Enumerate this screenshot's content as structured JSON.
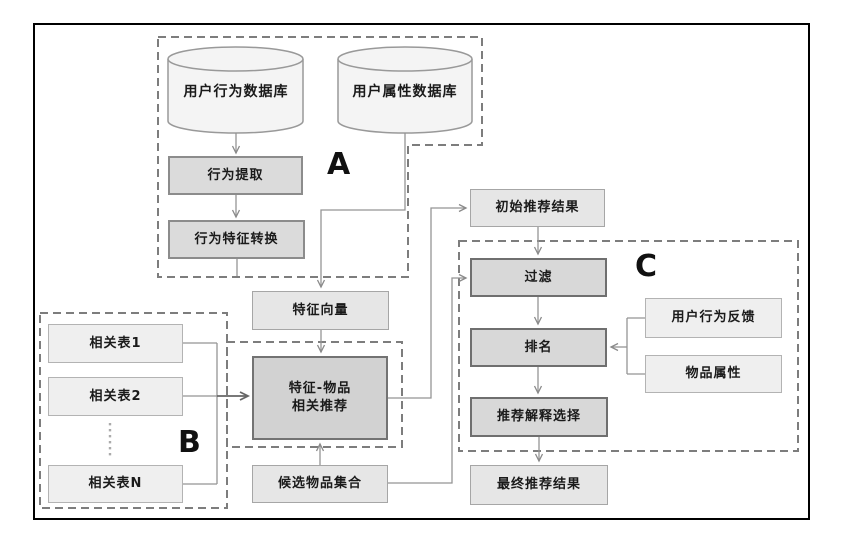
{
  "diagram": {
    "title": "recommendation-pipeline-flowchart",
    "groups": {
      "a_label": "A",
      "b_label": "B",
      "c_label": "C"
    },
    "nodes": {
      "db_behavior": "用户行为数据库",
      "db_attribute": "用户属性数据库",
      "behavior_extract": "行为提取",
      "behavior_feature_convert": "行为特征转换",
      "feature_vector": "特征向量",
      "related_table_1": "相关表1",
      "related_table_2": "相关表2",
      "related_table_n": "相关表N",
      "feature_item_recommend": "特征-物品\n相关推荐",
      "initial_result": "初始推荐结果",
      "filter": "过滤",
      "ranking": "排名",
      "explain_select": "推荐解释选择",
      "final_result": "最终推荐结果",
      "candidate_set": "候选物品集合",
      "user_behavior_feedback": "用户行为反馈",
      "item_attribute": "物品属性"
    },
    "colors": {
      "frame_border": "#000000",
      "dashed_group": "#7d7d7d",
      "connector": "#949494",
      "connector_bold": "#6a6a6a",
      "node_dark_fill": "#d8d8d8",
      "node_light_fill": "#e6e6e6",
      "cylinder_fill": "#f4f4f4"
    }
  }
}
